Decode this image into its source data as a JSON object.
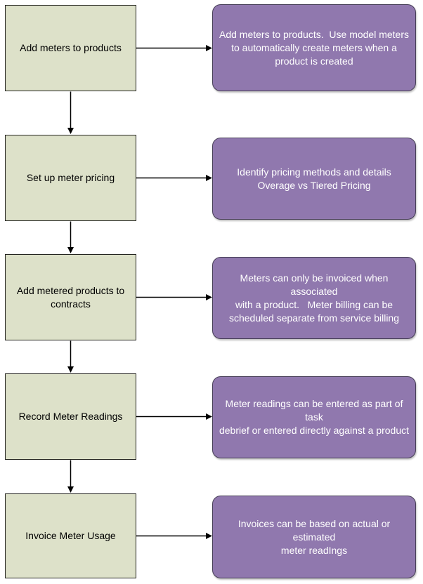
{
  "diagram": {
    "colors": {
      "background": "#ffffff",
      "step_fill": "#dde1c9",
      "step_border": "#23231f",
      "step_text": "#000000",
      "note_fill": "#9078ae",
      "note_border": "#473f57",
      "note_text": "#ffffff",
      "arrow": "#000000"
    },
    "rows": [
      {
        "step": "Add meters to products",
        "note": "Add meters to products.  Use model meters\nto automatically create meters when a\nproduct is created"
      },
      {
        "step": "Set up meter pricing",
        "note": "Identify pricing methods and details\nOverage vs Tiered Pricing"
      },
      {
        "step": "Add metered products to\ncontracts",
        "note": "Meters can only be invoiced when associated\nwith a product.   Meter billing can be\nscheduled separate from service billing"
      },
      {
        "step": "Record Meter Readings",
        "note": "Meter readings can be entered as part of task\ndebrief or entered directly against a product"
      },
      {
        "step": "Invoice Meter Usage",
        "note": "Invoices can be based on actual or estimated\nmeter readIngs"
      }
    ]
  }
}
